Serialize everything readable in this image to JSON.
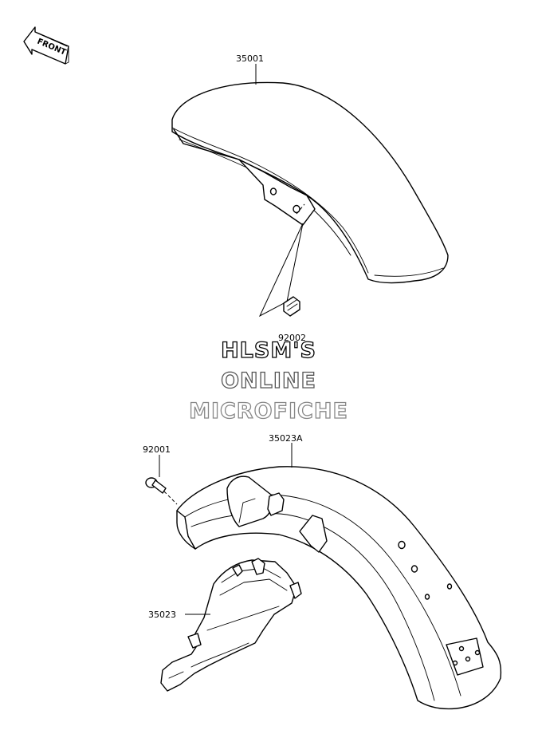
{
  "front_badge": {
    "text": "FRONT"
  },
  "parts": [
    {
      "id": "35001",
      "label": "35001"
    },
    {
      "id": "92002",
      "label": "92002"
    },
    {
      "id": "92001",
      "label": "92001"
    },
    {
      "id": "35023A",
      "label": "35023A"
    },
    {
      "id": "35023",
      "label": "35023"
    }
  ],
  "watermark": {
    "lines": [
      "HLSM'S",
      "ONLINE",
      "MICROFICHE"
    ],
    "colors": [
      "#000000",
      "#555555",
      "#888888"
    ]
  }
}
